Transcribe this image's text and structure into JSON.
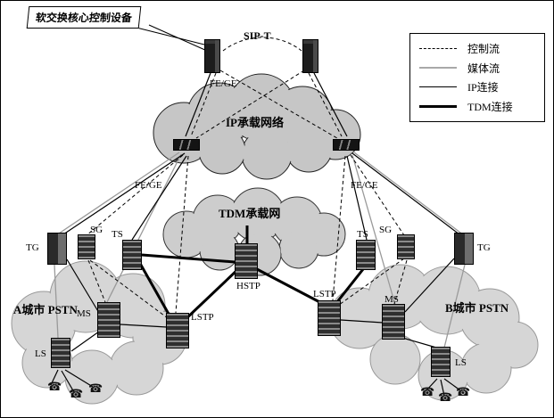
{
  "diagram": {
    "callout": "软交换核心控制设备",
    "protocol_label": "SIP-T",
    "fege": "FE/GE",
    "clouds": {
      "ip": "IP承载网络",
      "tdm": "TDM承载网",
      "pstn_a": "A城市 PSTN",
      "pstn_b": "B城市 PSTN"
    },
    "nodes": {
      "tg": "TG",
      "sg": "SG",
      "ts": "TS",
      "ms": "MS",
      "ls": "LS",
      "hstp": "HSTP",
      "lstp": "LSTP"
    }
  },
  "legend": {
    "items": [
      {
        "label": "控制流",
        "line": "dashed"
      },
      {
        "label": "媒体流",
        "line": "gray"
      },
      {
        "label": "IP连接",
        "line": "solid"
      },
      {
        "label": "TDM连接",
        "line": "thick"
      }
    ]
  },
  "colors": {
    "background": "#ffffff",
    "cloud_ip_fill": "#c6c6c6",
    "cloud_tdm_fill": "#cdcdcd",
    "cloud_pstn_fill": "#d6d6d6",
    "device_dark": "#1c1c1c",
    "line_black": "#000000",
    "media_gray": "#9a9a9a"
  }
}
